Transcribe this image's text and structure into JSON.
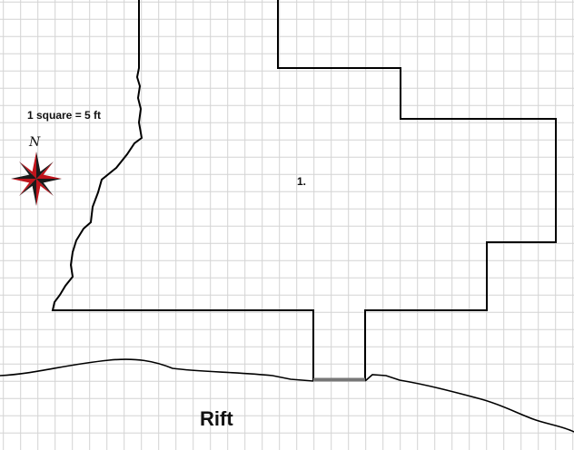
{
  "map": {
    "scale_label": "1 square = 5 ft",
    "compass_label": "N",
    "room_label": "1.",
    "region_label": "Rift",
    "colors": {
      "grid": "#d4d4d4",
      "wall": "#000000",
      "compass_red": "#c0141c",
      "compass_dark": "#1a1a1a"
    }
  }
}
